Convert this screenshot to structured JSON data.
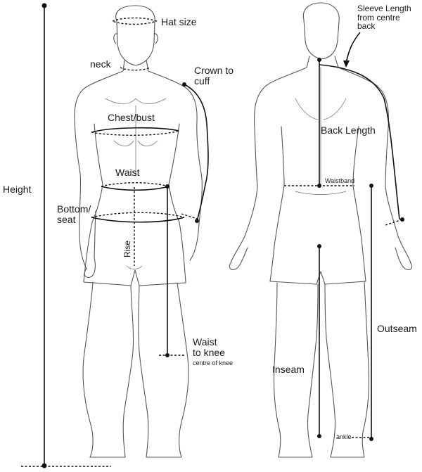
{
  "labels": {
    "hat_size": "Hat size",
    "neck": "neck",
    "crown_to_cuff": "Crown to\ncuff",
    "chest_bust": "Chest/bust",
    "waist": "Waist",
    "bottom_seat": "Bottom/\nseat",
    "rise": "Rise",
    "height": "Height",
    "waist_to_knee": "Waist\nto knee",
    "centre_of_knee": "centre of knee",
    "sleeve_length": "Sleeve Length\nfrom centre\nback",
    "back_length": "Back Length",
    "waistband": "Waistband",
    "outseam": "Outseam",
    "inseam": "Inseam",
    "ankle": "ankle"
  },
  "colors": {
    "outline": "#555555",
    "measure_line": "#111111"
  }
}
